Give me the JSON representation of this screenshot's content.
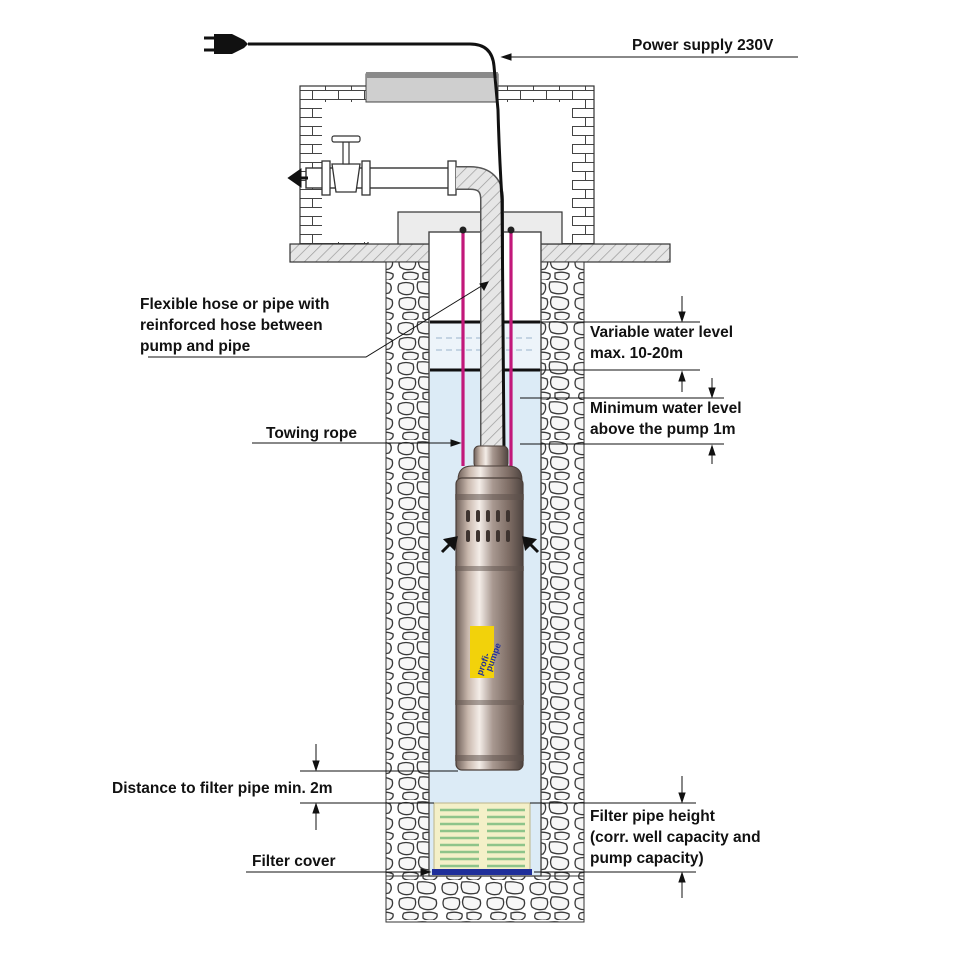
{
  "labels": {
    "power_supply": "Power supply 230V",
    "hose_line1": "Flexible hose or pipe with",
    "hose_line2": "reinforced hose between",
    "hose_line3": "pump and pipe",
    "variable_line1": "Variable water level",
    "variable_line2": "max. 10-20m",
    "minimum_line1": "Minimum water level",
    "minimum_line2": "above the pump 1m",
    "towing_rope": "Towing rope",
    "distance_filter": "Distance to filter pipe min. 2m",
    "filter_height_line1": "Filter pipe height",
    "filter_height_line2": "(corr. well capacity and",
    "filter_height_line3": "pump capacity)",
    "filter_cover": "Filter cover"
  },
  "logo": {
    "line1": "profi-",
    "line2": "pumpe"
  },
  "colors": {
    "water": "#dcebf6",
    "rope": "#c2187a",
    "filter": "#f4f0c8",
    "filter_slots": "#8ec48a",
    "filter_cover": "#1f2f9a",
    "logo_bg": "#f2d20b",
    "pump_steel": "#b9a89e"
  }
}
